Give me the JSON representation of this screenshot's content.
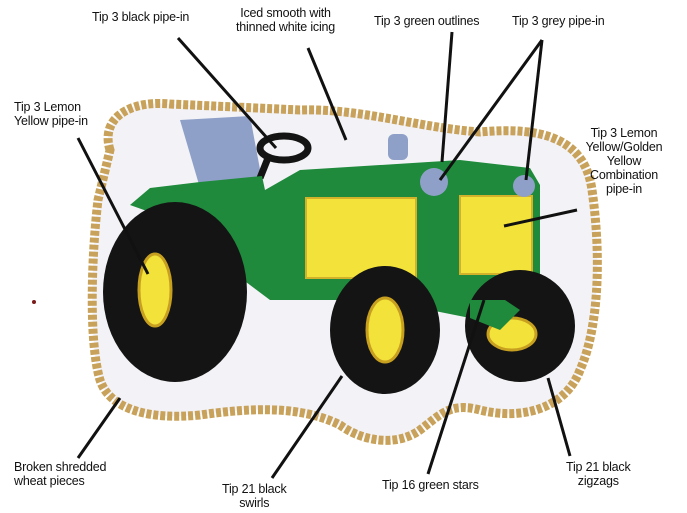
{
  "labels": {
    "black_pipe_in": "Tip 3 black pipe-in",
    "iced_smooth": "Iced smooth with\nthinned white icing",
    "green_outlines": "Tip 3 green outlines",
    "grey_pipe_in": "Tip 3 grey pipe-in",
    "lemon_yellow": "Tip 3 Lemon\nYellow pipe-in",
    "combination": "Tip 3 Lemon\nYellow/Golden\nYellow\nCombination\npipe-in",
    "wheat": "Broken shredded\nwheat pieces",
    "swirls": "Tip 21 black\nswirls",
    "stars": "Tip 16 green stars",
    "zigzags": "Tip 21 black\nzigzags"
  },
  "colors": {
    "tractor_green": "#1f8a3c",
    "lemon_yellow": "#f2e23a",
    "grey": "#8fa0c8",
    "tire_black": "#141414",
    "wheat_border": "#c8a25a",
    "icing": "#f3f3f7"
  }
}
